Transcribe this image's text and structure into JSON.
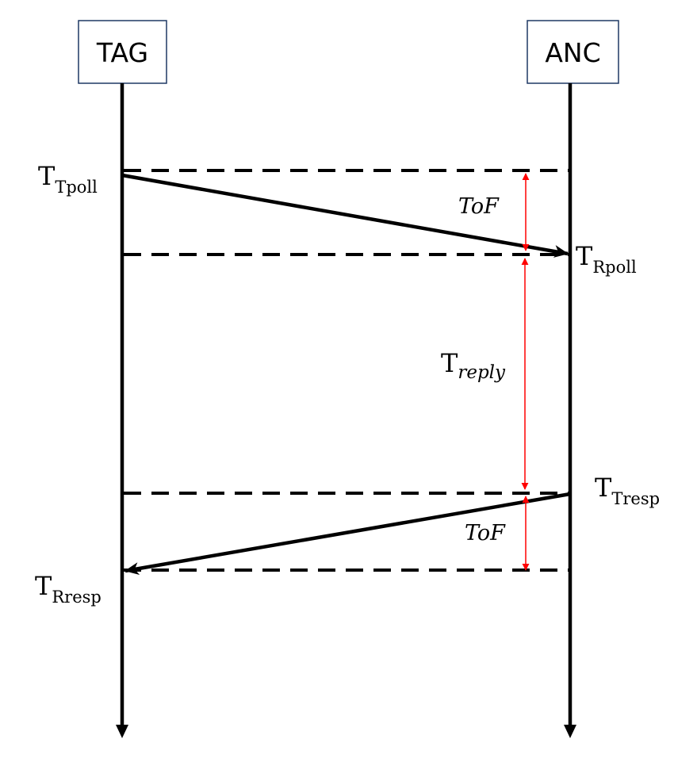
{
  "participants": {
    "tag": "TAG",
    "anc": "ANC"
  },
  "timestamps": {
    "t_tpoll": {
      "main": "T",
      "sub": "Tpoll"
    },
    "t_rpoll": {
      "main": "T",
      "sub": "Rpoll"
    },
    "t_tresp": {
      "main": "T",
      "sub": "Tresp"
    },
    "t_rresp": {
      "main": "T",
      "sub": "Rresp"
    }
  },
  "intervals": {
    "tof_1": "ToF",
    "t_reply": {
      "main": "T",
      "sub": "reply"
    },
    "tof_2": "ToF"
  },
  "colors": {
    "line": "#000000",
    "interval_arrow": "#ff0000",
    "box_border": "#1f3864"
  }
}
